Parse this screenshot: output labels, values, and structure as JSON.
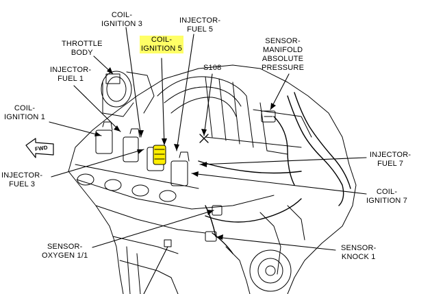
{
  "labels": {
    "coil_ignition_3": [
      "COIL-",
      "IGNITION 3"
    ],
    "injector_fuel_5": [
      "INJECTOR-",
      "FUEL 5"
    ],
    "throttle_body": [
      "THROTTLE",
      "BODY"
    ],
    "coil_ignition_5": [
      "COIL-",
      "IGNITION 5"
    ],
    "sensor_map": [
      "SENSOR-",
      "MANIFOLD",
      "ABSOLUTE",
      "PRESSURE"
    ],
    "injector_fuel_1": [
      "INJECTOR-",
      "FUEL 1"
    ],
    "s108": "S108",
    "coil_ignition_1": [
      "COIL-",
      "IGNITION 1"
    ],
    "fwd": "FWD",
    "injector_fuel_7": [
      "INJECTOR-",
      "FUEL 7"
    ],
    "injector_fuel_3": [
      "INJECTOR-",
      "FUEL 3"
    ],
    "coil_ignition_7": [
      "COIL-",
      "IGNITION 7"
    ],
    "sensor_oxygen": [
      "SENSOR-",
      "OXYGEN 1/1"
    ],
    "sensor_knock": [
      "SENSOR-",
      "KNOCK 1"
    ]
  },
  "colors": {
    "highlight": "#ffff66",
    "line": "#000000",
    "component_highlight": "#ffee00"
  }
}
